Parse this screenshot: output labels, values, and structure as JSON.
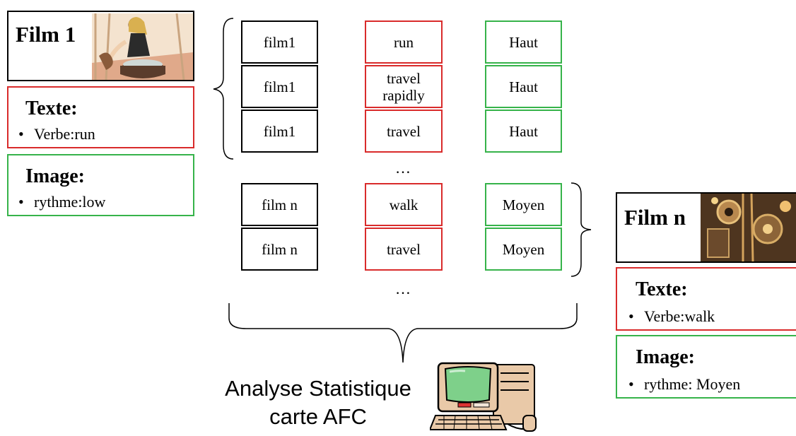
{
  "left_card": {
    "title": "Film 1",
    "texte_heading": "Texte:",
    "texte_item": "Verbe:run",
    "image_heading": "Image:",
    "image_item": "rythme:low"
  },
  "right_card": {
    "title": "Film n",
    "texte_heading": "Texte:",
    "texte_item": "Verbe:walk",
    "image_heading": "Image:",
    "image_item": "rythme: Moyen"
  },
  "bullet_char": "•",
  "table": {
    "group1": [
      {
        "film": "film1",
        "verb": "run",
        "rythme": "Haut"
      },
      {
        "film": "film1",
        "verb": "travel rapidly",
        "rythme": "Haut"
      },
      {
        "film": "film1",
        "verb": "travel",
        "rythme": "Haut"
      }
    ],
    "group2": [
      {
        "film": "film n",
        "verb": "walk",
        "rythme": "Moyen"
      },
      {
        "film": "film n",
        "verb": "travel",
        "rythme": "Moyen"
      }
    ],
    "ellipsis": "…"
  },
  "analysis": {
    "line1": "Analyse Statistique",
    "line2": "carte AFC"
  },
  "colors": {
    "film_border": "#000000",
    "text_border": "#d92b2b",
    "image_border": "#36b34a"
  },
  "icons": {
    "film1_thumbnail": "illustration-thumbnail",
    "filmn_thumbnail": "machinery-thumbnail",
    "computer": "computer-icon"
  }
}
